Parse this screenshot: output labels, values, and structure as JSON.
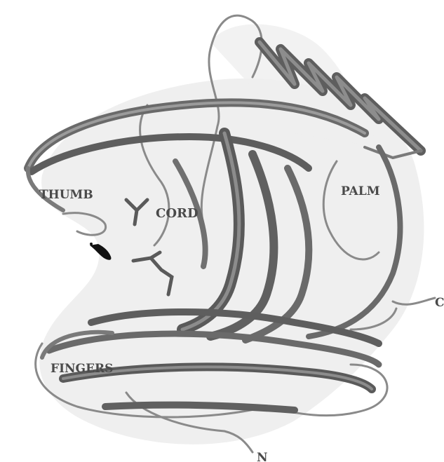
{
  "figure": {
    "labels": {
      "thumb": "THUMB",
      "cord": "CORD",
      "palm": "PALM",
      "fingers": "FINGERS",
      "n_terminus": "N",
      "c_terminus": "C"
    },
    "colors": {
      "background": "#ffffff",
      "halo": "#e6e6e6",
      "ribbon_dark": "#5a5a5a",
      "ribbon_mid": "#7a7a7a",
      "ribbon_light": "#9a9a9a",
      "ligand": "#111111"
    }
  }
}
